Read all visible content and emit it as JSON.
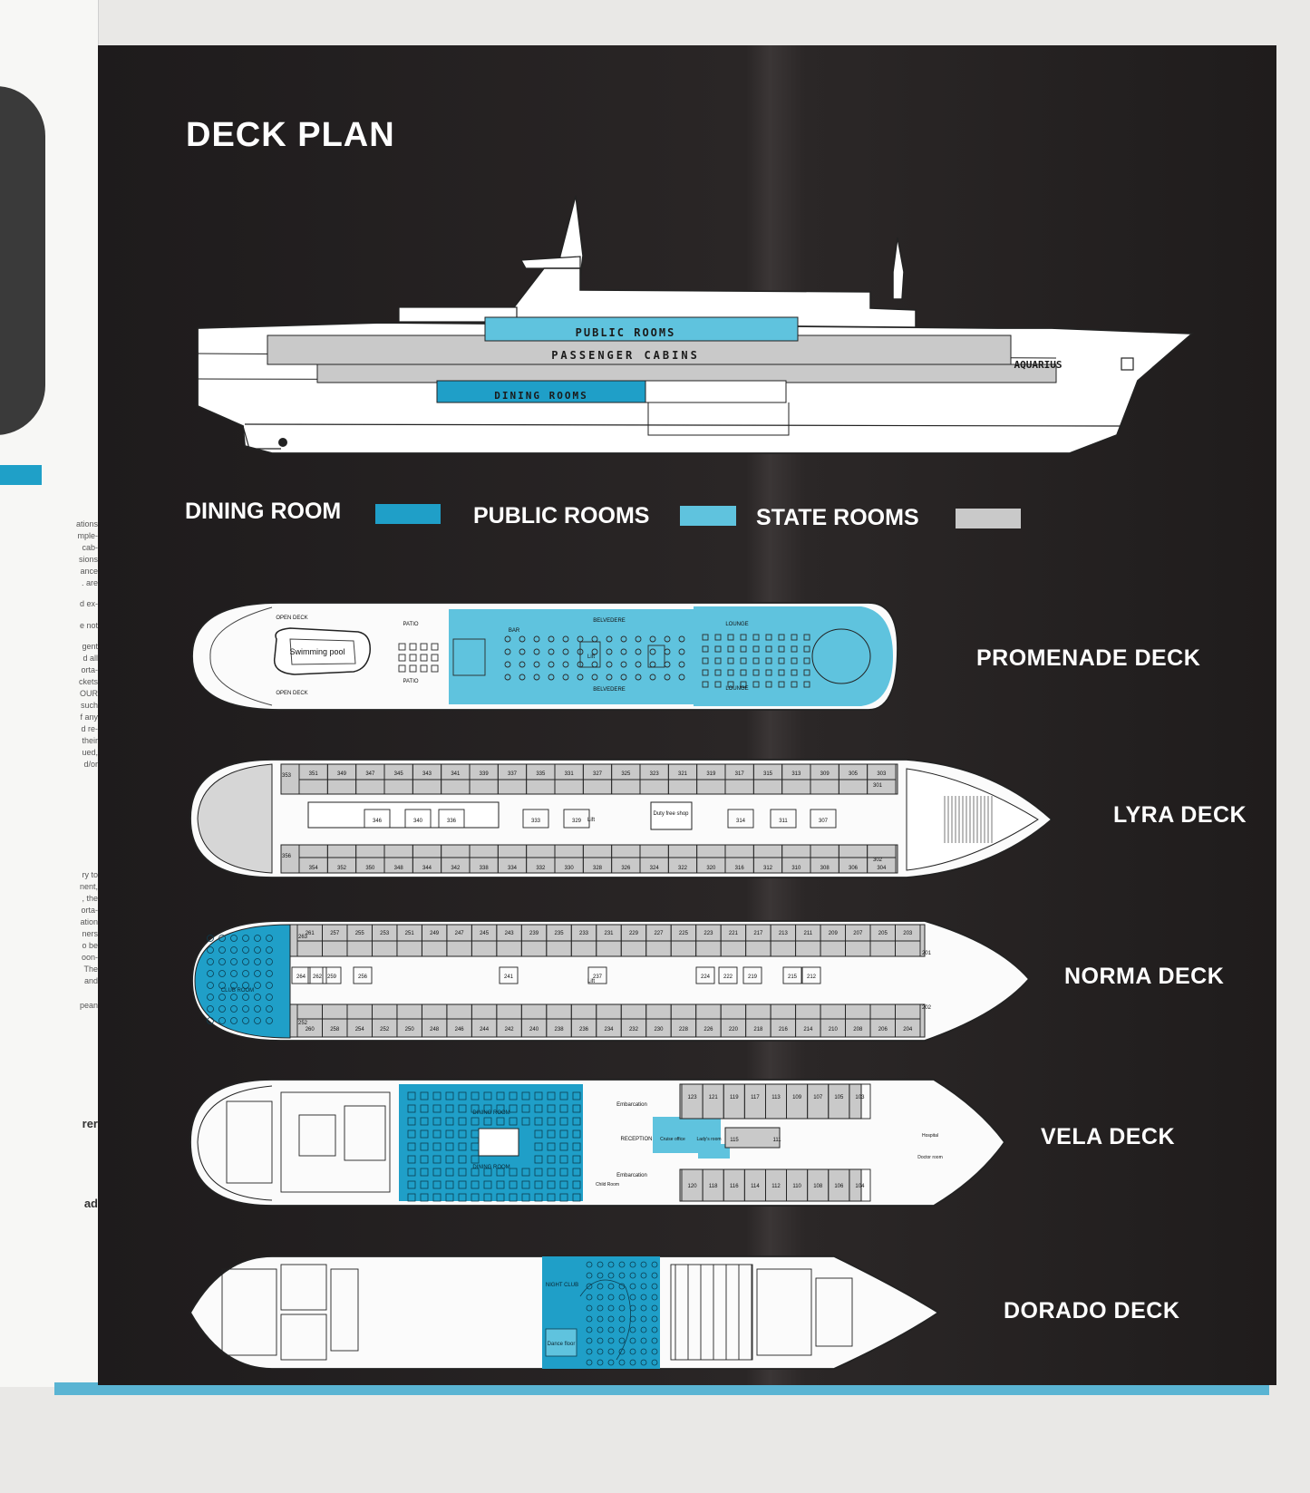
{
  "page": {
    "title": "DECK PLAN"
  },
  "ship": {
    "name": "AQUARIUS",
    "bands": {
      "public": "PUBLIC ROOMS",
      "cabins": "PASSENGER CABINS",
      "dining": "DINING ROOMS"
    }
  },
  "legend": [
    {
      "label": "DINING ROOM",
      "color": "#1f9fc8"
    },
    {
      "label": "PUBLIC ROOMS",
      "color": "#5fc3de"
    },
    {
      "label": "STATE ROOMS",
      "color": "#c9c9c9"
    }
  ],
  "decks": [
    {
      "label": "PROMENADE DECK"
    },
    {
      "label": "LYRA DECK"
    },
    {
      "label": "NORMA DECK"
    },
    {
      "label": "VELA DECK"
    },
    {
      "label": "DORADO DECK"
    }
  ],
  "promenade": {
    "rooms": {
      "open_deck_top": "OPEN DECK",
      "open_deck_bottom": "OPEN DECK",
      "pool": "Swimming pool",
      "patio_top": "PATIO",
      "patio_bottom": "PATIO",
      "bar": "BAR",
      "belvedere_top": "BELVEDERE",
      "belvedere_bottom": "BELVEDERE",
      "lounge_top": "LOUNGE",
      "lounge_bottom": "LOUNGE",
      "lift": "Lift"
    }
  },
  "lyra": {
    "top_cabins": [
      "351",
      "349",
      "347",
      "345",
      "343",
      "341",
      "339",
      "337",
      "335",
      "331",
      "327",
      "325",
      "323",
      "321",
      "319",
      "317",
      "315",
      "313",
      "309",
      "305",
      "303"
    ],
    "bottom_cabins": [
      "354",
      "352",
      "350",
      "348",
      "344",
      "342",
      "338",
      "334",
      "332",
      "330",
      "328",
      "326",
      "324",
      "322",
      "320",
      "316",
      "312",
      "310",
      "308",
      "306",
      "304"
    ],
    "inner_cabins": [
      "346",
      "340",
      "336",
      "333",
      "329",
      "314",
      "311",
      "307"
    ],
    "end_cabins": [
      "353",
      "356",
      "301",
      "302"
    ],
    "shop": "Duty free shop",
    "lift": "Lift"
  },
  "norma": {
    "top_cabins": [
      "261",
      "257",
      "255",
      "253",
      "251",
      "249",
      "247",
      "245",
      "243",
      "239",
      "235",
      "233",
      "231",
      "229",
      "227",
      "225",
      "223",
      "221",
      "217",
      "213",
      "211",
      "209",
      "207",
      "205",
      "203"
    ],
    "bottom_cabins": [
      "260",
      "258",
      "254",
      "252",
      "250",
      "248",
      "246",
      "244",
      "242",
      "240",
      "238",
      "236",
      "234",
      "232",
      "230",
      "228",
      "226",
      "220",
      "218",
      "216",
      "214",
      "210",
      "208",
      "206",
      "204"
    ],
    "inner_cabins": [
      "264",
      "262",
      "259",
      "256",
      "241",
      "237",
      "224",
      "222",
      "219",
      "215",
      "212"
    ],
    "end_cabins": [
      "263",
      "252",
      "201",
      "202"
    ],
    "club_room": "CLUB ROOM",
    "lift": "Lift"
  },
  "vela": {
    "top_cabins": [
      "123",
      "121",
      "119",
      "117",
      "113",
      "109",
      "107",
      "105",
      "103"
    ],
    "bottom_cabins": [
      "120",
      "118",
      "116",
      "114",
      "112",
      "110",
      "108",
      "106",
      "104"
    ],
    "inner_cabins": [
      "115",
      "111"
    ],
    "rooms": {
      "dining_top": "DINING ROOM",
      "dining_bottom": "DINING ROOM",
      "embarcation_top": "Embarcation",
      "embarcation_bottom": "Embarcation",
      "reception": "RECEPTION",
      "cruise_office": "Cruise office",
      "ladys_room": "Lady's room",
      "child_room": "Child Room",
      "hospital": "Hospital",
      "doctor": "Doctor room"
    }
  },
  "dorado": {
    "rooms": {
      "night_club": "NIGHT CLUB",
      "dance_floor": "Dance floor"
    }
  },
  "left_page": {
    "fragments": [
      "ations",
      "mple-",
      "cab-",
      "sions",
      "ance",
      ". are",
      "d ex-",
      "e not",
      "gent",
      "d all",
      "orta-",
      "ckets",
      "OUR",
      "such",
      "f any",
      "d re-",
      "their",
      "ued,",
      "d/or",
      "ry to",
      "nent,",
      ", the",
      "orta-",
      "ation",
      "ners",
      "o be",
      "oon-",
      "The",
      "and",
      "pean"
    ],
    "bold_fragments": [
      "rer",
      "ad"
    ]
  }
}
